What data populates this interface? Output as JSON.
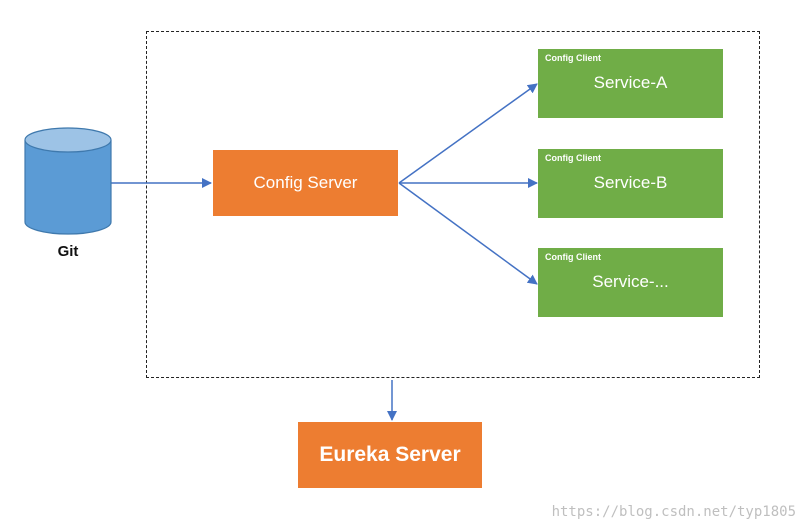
{
  "diagram": {
    "git": {
      "label": "Git",
      "icon": "database-cylinder-icon",
      "color": "#5b9bd5",
      "edge_color": "#3f79ad"
    },
    "config_server": {
      "label": "Config Server",
      "color": "#ed7d31"
    },
    "clients": [
      {
        "tag": "Config Client",
        "name": "Service-A"
      },
      {
        "tag": "Config Client",
        "name": "Service-B"
      },
      {
        "tag": "Config Client",
        "name": "Service-..."
      }
    ],
    "client_color": "#70ad47",
    "eureka_server": {
      "label": "Eureka Server",
      "color": "#ed7d31"
    },
    "arrow_color": "#4472c4",
    "watermark": "https://blog.csdn.net/typ1805"
  }
}
